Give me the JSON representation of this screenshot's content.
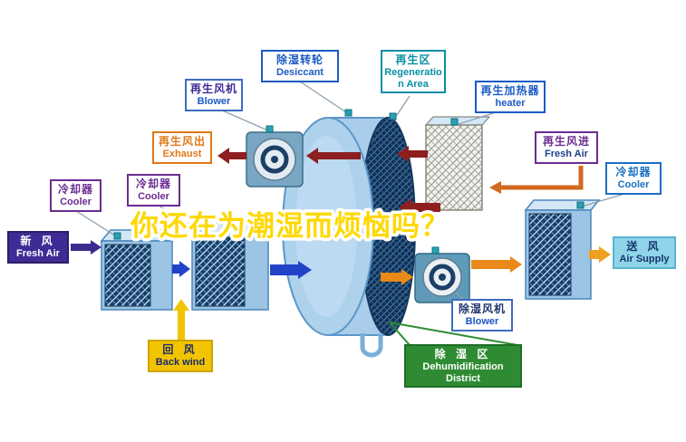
{
  "headline": {
    "text": "你还在为潮湿而烦恼吗？",
    "fill_color": "#ffd800",
    "outline_color": "#ffffff"
  },
  "labels": {
    "regen_blower": {
      "zh": "再生风机",
      "en": "Blower"
    },
    "desiccant_wheel": {
      "zh": "除湿转轮",
      "en": "Desiccant"
    },
    "regen_area": {
      "zh": "再生区",
      "en": "Regeneration Area"
    },
    "regen_heater": {
      "zh": "再生加热器",
      "en": "heater"
    },
    "regen_exhaust": {
      "zh": "再生风出",
      "en": "Exhaust"
    },
    "regen_fresh_air": {
      "zh": "再生风进",
      "en": "Fresh Air"
    },
    "cooler_left_outer": {
      "zh": "冷却器",
      "en": "Cooler"
    },
    "cooler_left_inner": {
      "zh": "冷却器",
      "en": "Cooler"
    },
    "cooler_right": {
      "zh": "冷却器",
      "en": "Cooler"
    },
    "fresh_air_inlet": {
      "zh": "新 风",
      "en": "Fresh Air"
    },
    "return_air": {
      "zh": "回 风",
      "en": "Back wind"
    },
    "air_supply": {
      "zh": "送 风",
      "en": "Air Supply"
    },
    "dehumid_blower": {
      "zh": "除湿风机",
      "en": "Blower"
    },
    "dehumid_district": {
      "zh": "除 湿 区",
      "en": "Dehumidification District"
    }
  },
  "colors": {
    "arrow_regen_hot": "#8e1f1f",
    "arrow_regen_inlet": "#d2691e",
    "arrow_process_dry": "#e8891a",
    "arrow_supply": "#f0a020",
    "arrow_process_fresh": "#2242c8",
    "arrow_fresh_inlet": "#3a2b8f",
    "arrow_return": "#f2c400",
    "wheel_body": "#a9cdea",
    "wheel_face": "#0f2f52",
    "connector_square": "#2aa0b4",
    "district_green": "#2e8b33"
  }
}
